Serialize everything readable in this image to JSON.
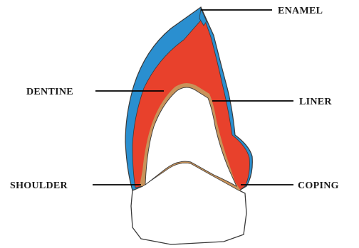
{
  "labels": {
    "enamel": "ENAMEL",
    "dentine": "DENTINE",
    "liner": "LINER",
    "shoulder": "SHOULDER",
    "coping": "COPING"
  },
  "colors": {
    "enamel": "#2a8fd0",
    "dentine": "#e8412c",
    "liner": "#c8935a",
    "outline": "#3a3a3a",
    "leader": "#000000"
  }
}
